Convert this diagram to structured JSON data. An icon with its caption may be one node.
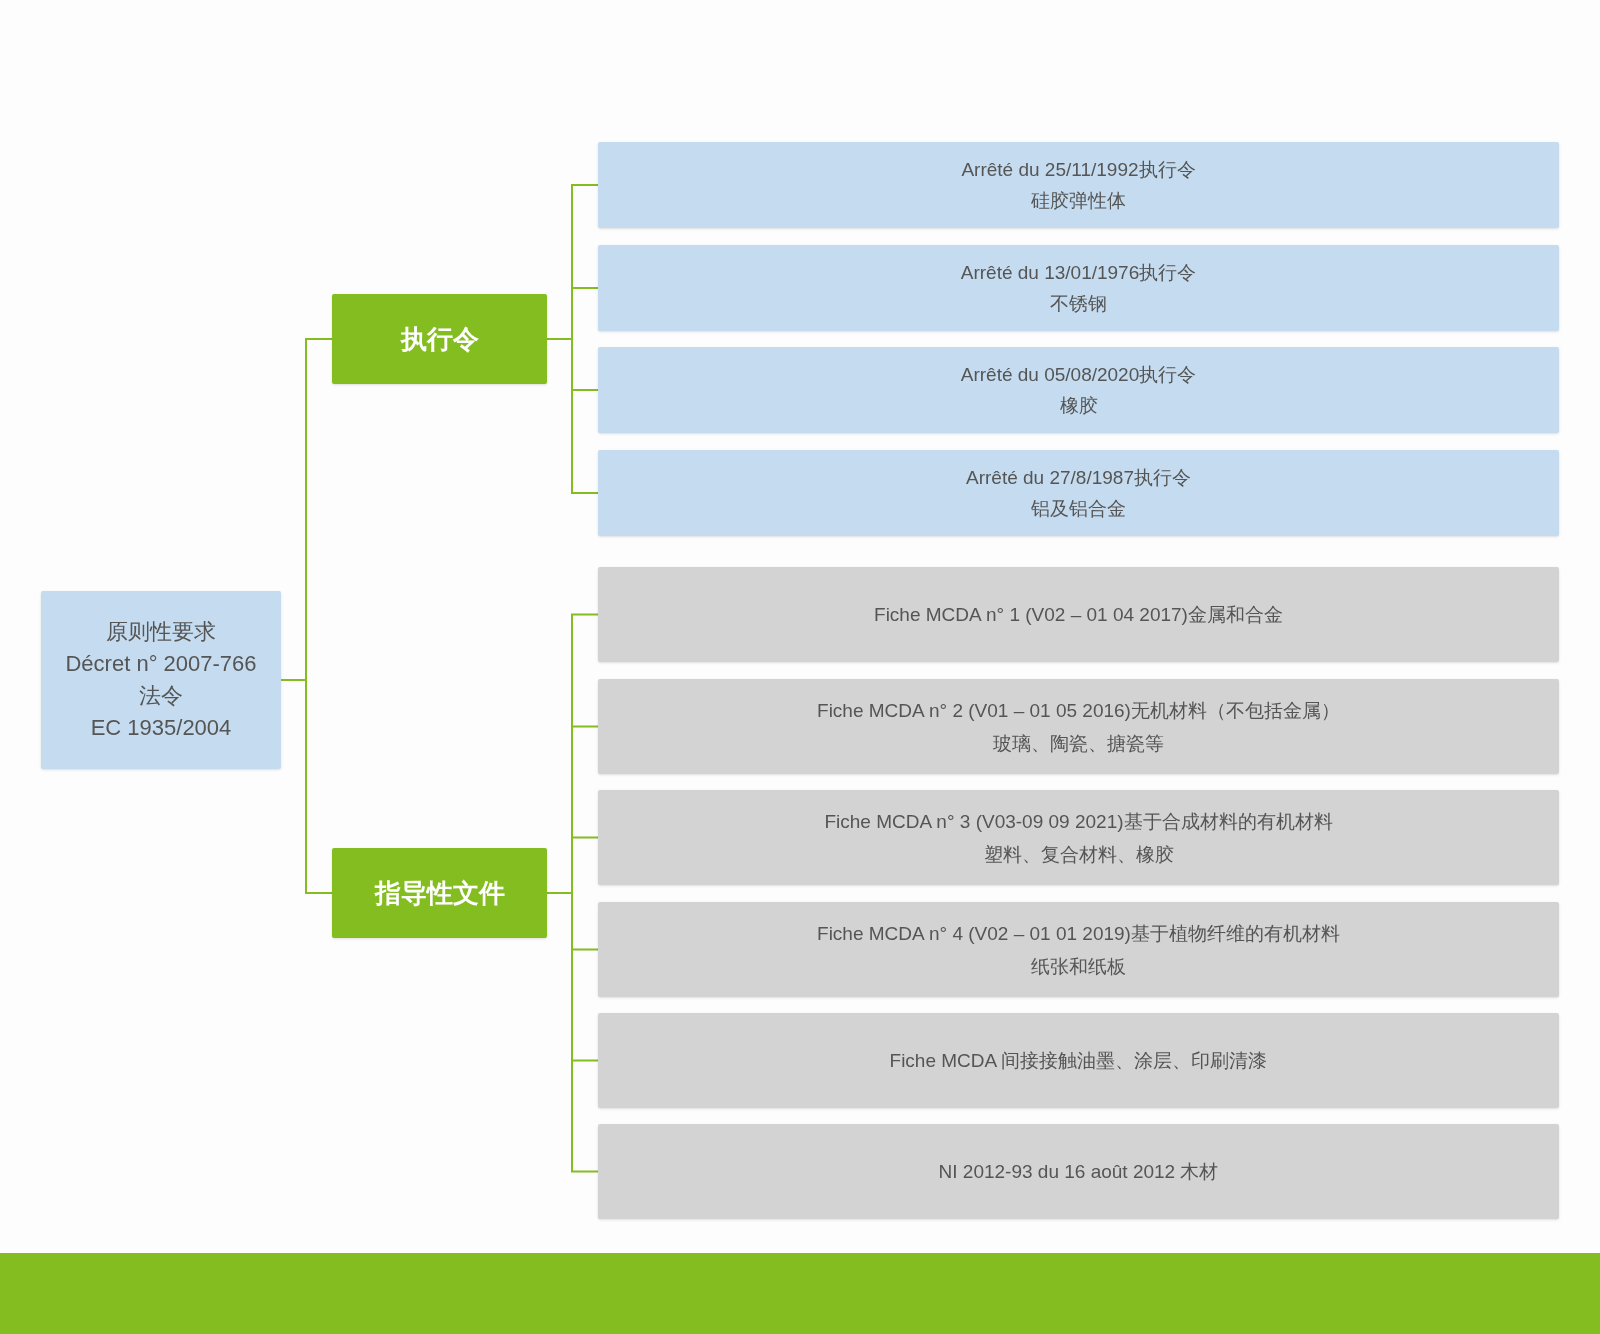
{
  "diagram": {
    "nodes": [
      {
        "text": [
          "原则性要求",
          "Décret n° 2007-766",
          "法令",
          "EC 1935/2004"
        ]
      },
      {
        "text": [
          "执行令"
        ]
      },
      {
        "text": [
          "Arrêté du 25/11/1992执行令",
          "硅胶弹性体"
        ]
      },
      {
        "text": [
          "Arrêté du 13/01/1976执行令",
          "不锈钢"
        ]
      },
      {
        "text": [
          "Arrêté du 05/08/2020执行令",
          "橡胶"
        ]
      },
      {
        "text": [
          "Arrêté du 27/8/1987执行令",
          "铝及铝合金"
        ]
      },
      {
        "text": [
          "指导性文件"
        ]
      },
      {
        "text": [
          "Fiche MCDA n° 1 (V02 – 01 04 2017)金属和合金"
        ]
      },
      {
        "text": [
          "Fiche MCDA n° 2 (V01 – 01 05 2016)无机材料（不包括金属）",
          "玻璃、陶瓷、搪瓷等"
        ]
      },
      {
        "text": [
          "Fiche MCDA n° 3 (V03-09 09 2021)基于合成材料的有机材料",
          "塑料、复合材料、橡胶"
        ]
      },
      {
        "text": [
          "Fiche MCDA n° 4 (V02 – 01 01 2019)基于植物纤维的有机材料",
          "纸张和纸板"
        ]
      },
      {
        "text": [
          "Fiche MCDA 间接接触油墨、涂层、印刷清漆"
        ]
      },
      {
        "text": [
          "NI 2012-93 du 16 août 2012 木材"
        ]
      }
    ],
    "edges": [
      {
        "from": 0,
        "to": 1,
        "arrow": "none"
      },
      {
        "from": 0,
        "to": 6,
        "arrow": "none"
      },
      {
        "from": 1,
        "to": 2,
        "arrow": "none"
      },
      {
        "from": 1,
        "to": 3,
        "arrow": "none"
      },
      {
        "from": 1,
        "to": 4,
        "arrow": "none"
      },
      {
        "from": 1,
        "to": 5,
        "arrow": "none"
      },
      {
        "from": 6,
        "to": 7,
        "arrow": "none"
      },
      {
        "from": 6,
        "to": 8,
        "arrow": "none"
      },
      {
        "from": 6,
        "to": 9,
        "arrow": "none"
      },
      {
        "from": 6,
        "to": 10,
        "arrow": "none"
      },
      {
        "from": 6,
        "to": 11,
        "arrow": "none"
      },
      {
        "from": 6,
        "to": 12,
        "arrow": "none"
      }
    ]
  }
}
